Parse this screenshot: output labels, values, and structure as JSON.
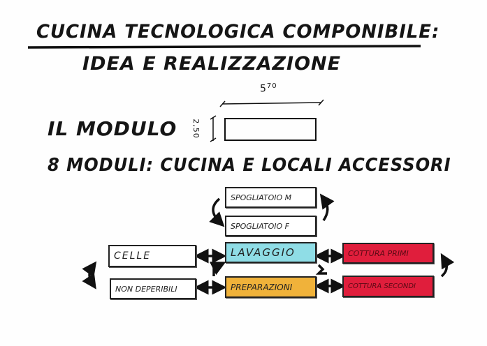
{
  "title": "CUCINA TECNOLOGICA COMPONIBILE:",
  "subtitle": "IDEA E REALIZZAZIONE",
  "module_label": "IL MODULO",
  "module_width": "5",
  "module_width_decimal": "70",
  "module_height": "2,50",
  "modules_heading": "8 MODULI: CUCINA E LOCALI ACCESSORI",
  "boxes": {
    "spogliatoio_m": "SPOGLIATOIO M",
    "spogliatoio_f": "SPOGLIATOIO F",
    "lavaggio": "LAVAGGIO",
    "celle": "CELLE",
    "non_deperibili": "NON DEPERIBILI",
    "preparazioni": "PREPARAZIONI",
    "cottura_primi": "COTTURA PRIMI",
    "cottura_secondi": "COTTURA SECONDI"
  },
  "colors": {
    "lavaggio": "#8fdde6",
    "preparazioni": "#f0b23a",
    "cottura": "#e01e3c"
  }
}
